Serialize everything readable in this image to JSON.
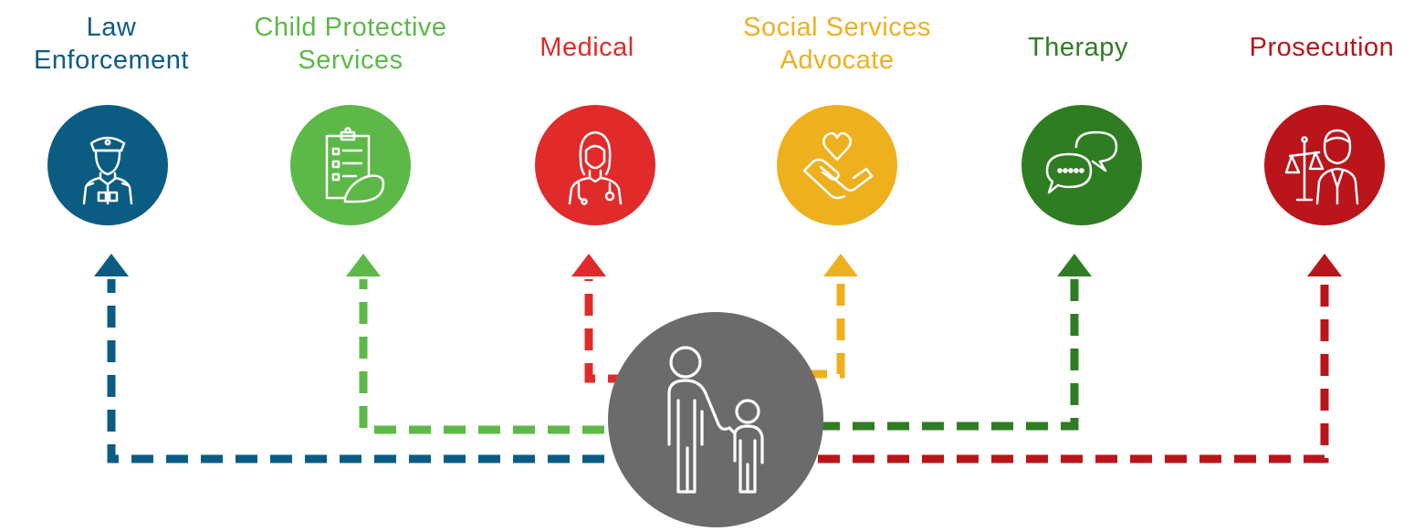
{
  "nodes": [
    {
      "id": "law-enforcement",
      "label_lines": [
        "Law",
        "Enforcement"
      ],
      "color": "#0b5c83",
      "icon": "police-officer-icon"
    },
    {
      "id": "child-protective-services",
      "label_lines": [
        "Child Protective",
        "Services"
      ],
      "color": "#5cb947",
      "icon": "clipboard-checklist-icon"
    },
    {
      "id": "medical",
      "label_lines": [
        "Medical"
      ],
      "color": "#e02b2a",
      "icon": "doctor-icon"
    },
    {
      "id": "social-services-advocate",
      "label_lines": [
        "Social Services",
        "Advocate"
      ],
      "color": "#efb01e",
      "icon": "heart-in-hand-icon"
    },
    {
      "id": "therapy",
      "label_lines": [
        "Therapy"
      ],
      "color": "#2f7d22",
      "icon": "speech-bubbles-icon"
    },
    {
      "id": "prosecution",
      "label_lines": [
        "Prosecution"
      ],
      "color": "#b9151a",
      "icon": "lawyer-scales-icon"
    }
  ],
  "center": {
    "icon": "adult-and-child-icon",
    "color": "#6b6b6b"
  }
}
